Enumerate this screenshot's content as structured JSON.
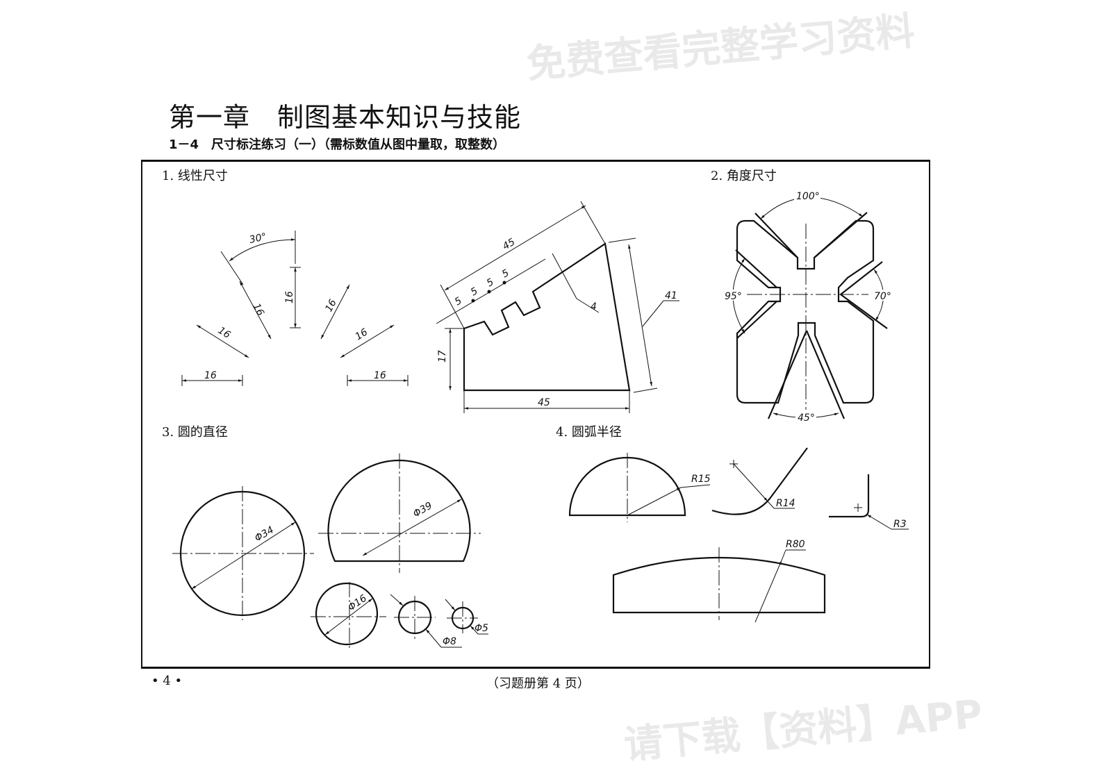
{
  "header": {
    "chapter_title": "第一章　制图基本知识与技能",
    "exercise_title": "1－4　尺寸标注练习（一）（需标数值从图中量取，取整数）"
  },
  "sections": [
    {
      "label": "1. 线性尺寸"
    },
    {
      "label": "2. 角度尺寸"
    },
    {
      "label": "3. 圆的直径"
    },
    {
      "label": "4. 圆弧半径"
    }
  ],
  "dims": {
    "linear": {
      "angle": "30°",
      "vertical": "16",
      "diag_a": "16",
      "diag_b": "16",
      "diag_c": "16",
      "diag_d": "16",
      "horiz_left": "16",
      "horiz_right": "16"
    },
    "shape": {
      "top": "45",
      "step1": "5",
      "step2": "5",
      "step3": "5",
      "step4": "5",
      "depth": "4",
      "side": "41",
      "height": "17",
      "bottom": "45"
    },
    "angular": {
      "top": "100°",
      "left": "95°",
      "right": "70°",
      "bottom": "45°"
    },
    "diameter": {
      "d1": "Φ34",
      "d2": "Φ39",
      "d3": "Φ16",
      "d4": "Φ8",
      "d5": "Φ5"
    },
    "radius": {
      "r1": "R15",
      "r2": "R14",
      "r3": "R3",
      "r4": "R80"
    }
  },
  "watermark": [
    "免费查看完整学习资料",
    "请下载【资料】APP"
  ],
  "footer": {
    "page_marker": "• 4 •",
    "page_note": "（习题册第 4 页）"
  }
}
